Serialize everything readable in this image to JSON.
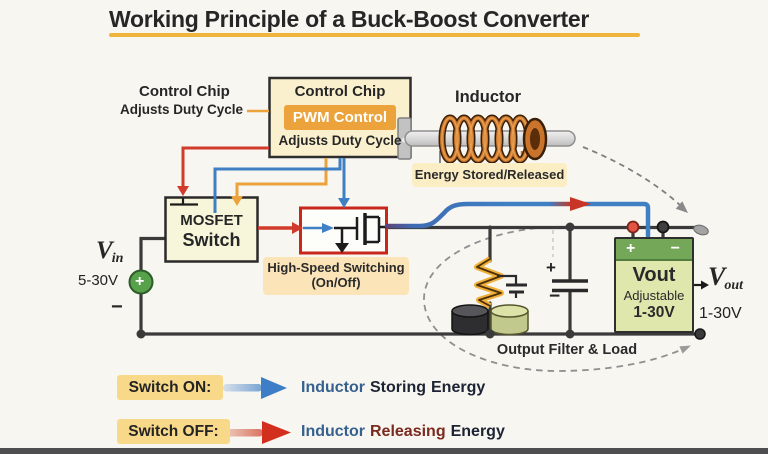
{
  "title": {
    "text": "Working Principle of a Buck-Boost Converter"
  },
  "annotations": {
    "chip_note": {
      "line1": "Control Chip",
      "line2": "Adjusts Duty Cycle"
    },
    "inductor_label": "Inductor",
    "energy_badge": "Energy Stored/Released",
    "switching_badge": {
      "line1": "High-Speed Switching",
      "line2": "(On/Off)"
    },
    "output_filter_label": "Output Filter & Load"
  },
  "control_chip": {
    "title": "Control Chip",
    "pwm_badge": "PWM Control",
    "subtitle": "Adjusts Duty Cycle"
  },
  "mosfet": {
    "line1": "MOSFET",
    "line2": "Switch"
  },
  "vin": {
    "symbol": "V",
    "subscript": "in",
    "range": "5-30V",
    "plus": "+",
    "minus": "−"
  },
  "vout_box": {
    "plus": "+",
    "minus": "−",
    "name": "Vout",
    "adjustable": "Adjustable",
    "range": "1-30V"
  },
  "vout_label": {
    "symbol": "V",
    "subscript": "out",
    "range": "1-30V"
  },
  "filter_capacitor": {
    "plus": "+",
    "minus": "−"
  },
  "legend": {
    "on": {
      "badge": "Switch ON:",
      "subject": "Inductor",
      "verb": "Storing",
      "object": "Energy"
    },
    "off": {
      "badge": "Switch OFF:",
      "subject": "Inductor",
      "verb": "Releasing",
      "object": "Energy"
    }
  },
  "colors": {
    "accent_yellow": "#eeb43c",
    "control_red": "#d13b2b",
    "control_blue": "#3f7fc4",
    "control_yellow": "#eca33c",
    "wire": "#3a3a3a",
    "chip_fill": "#fbf0cd",
    "pwm_badge_fill": "#eca33b",
    "badge_cream": "#fbe5b8",
    "legend_badge_fill": "#f8d98a",
    "vout_header_green": "#74a758",
    "vout_body_fill": "#dfe7ad",
    "terminal_green": "#58a14b"
  }
}
